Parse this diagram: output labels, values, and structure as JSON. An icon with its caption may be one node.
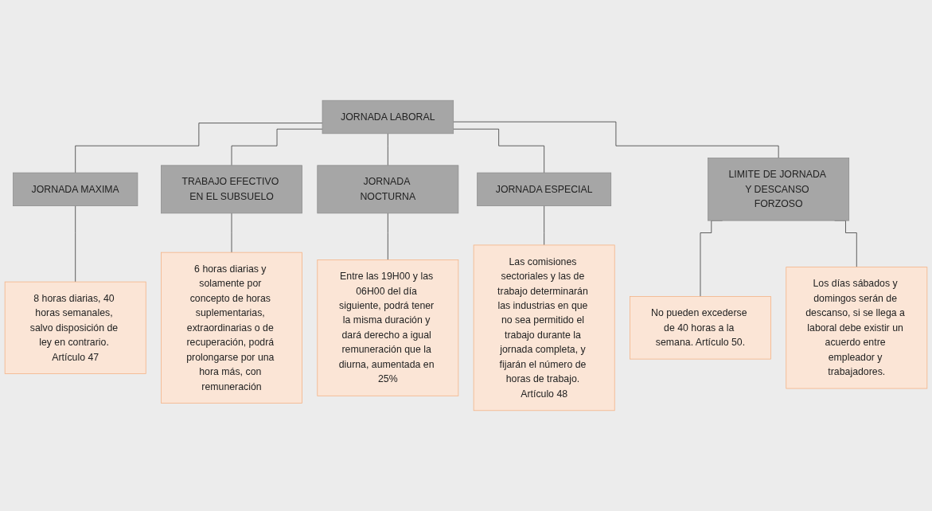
{
  "diagram": {
    "nodes": [
      {
        "text": [
          "JORNADA LABORAL"
        ]
      },
      {
        "text": [
          "JORNADA MAXIMA"
        ]
      },
      {
        "text": [
          "TRABAJO EFECTIVO EN EL SUBSUELO"
        ]
      },
      {
        "text": [
          "JORNADA NOCTURNA"
        ]
      },
      {
        "text": [
          "JORNADA ESPECIAL"
        ]
      },
      {
        "text": [
          "LIMITE DE JORNADA Y DESCANSO FORZOSO"
        ]
      },
      {
        "text": [
          "8 horas diarias, 40 horas semanales, salvo disposición de ley en contrario. Artículo 47"
        ]
      },
      {
        "text": [
          "6 horas diarias y solamente por concepto de horas suplementarias, extraordinarias o de recuperación, podrá prolongarse por una hora más, con remuneración"
        ]
      },
      {
        "text": [
          "Entre las 19H00 y las 06H00 del día siguiente, podrá tener la misma duración y dará derecho a igual remuneración que la diurna, aumentada en 25%"
        ]
      },
      {
        "text": [
          "Las comisiones sectoriales y las de trabajo determinarán las industrias en que no sea permitido el trabajo durante la jornada completa, y fijarán el número de horas de trabajo. Artículo 48"
        ]
      },
      {
        "text": [
          "No pueden excederse de 40 horas a la semana. Artículo 50."
        ]
      },
      {
        "text": [
          "Los días sábados y domingos serán de descanso, si se llega a laboral debe existir un acuerdo entre empleador y trabajadores."
        ]
      }
    ],
    "edges": [
      {
        "from": 0,
        "to": 1,
        "arrow": "none"
      },
      {
        "from": 0,
        "to": 2,
        "arrow": "none"
      },
      {
        "from": 0,
        "to": 3,
        "arrow": "none"
      },
      {
        "from": 0,
        "to": 4,
        "arrow": "none"
      },
      {
        "from": 0,
        "to": 5,
        "arrow": "none"
      },
      {
        "from": 1,
        "to": 6,
        "arrow": "none"
      },
      {
        "from": 2,
        "to": 7,
        "arrow": "none"
      },
      {
        "from": 3,
        "to": 8,
        "arrow": "none"
      },
      {
        "from": 4,
        "to": 9,
        "arrow": "none"
      },
      {
        "from": 5,
        "to": 10,
        "arrow": "none"
      },
      {
        "from": 5,
        "to": 11,
        "arrow": "none"
      }
    ]
  }
}
